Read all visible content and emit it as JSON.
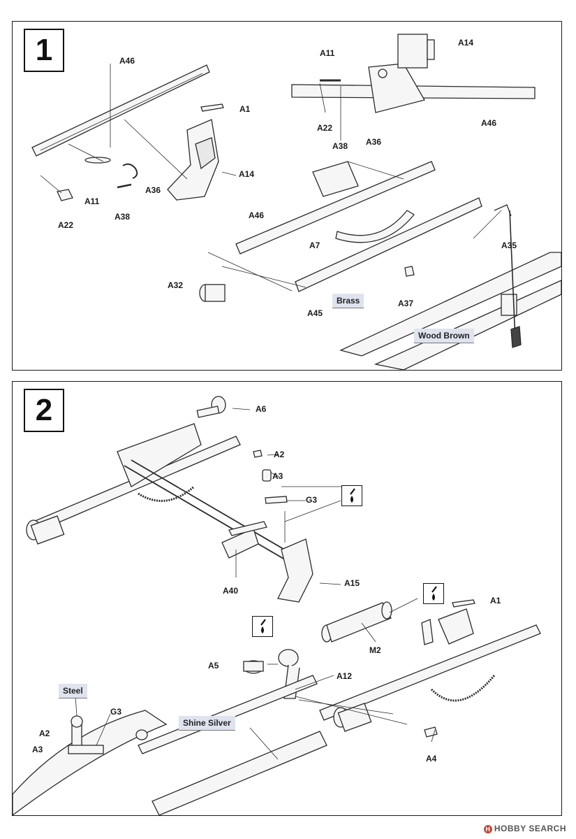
{
  "step1": {
    "number": "1",
    "labels": {
      "a46_left": "A46",
      "a1": "A1",
      "a14_left": "A14",
      "a36_left": "A36",
      "a11_left": "A11",
      "a38_left": "A38",
      "a22_left": "A22",
      "a11_right": "A11",
      "a14_right": "A14",
      "a22_right": "A22",
      "a38_right": "A38",
      "a36_right": "A36",
      "a46_right": "A46",
      "a46_mid": "A46",
      "a7": "A7",
      "a35": "A35",
      "a32": "A32",
      "a45": "A45",
      "a37": "A37"
    },
    "paint": {
      "brass": "Brass",
      "wood_brown": "Wood Brown"
    }
  },
  "step2": {
    "number": "2",
    "labels": {
      "a6": "A6",
      "a2_top": "A2",
      "a3_top": "A3",
      "g3_top": "G3",
      "a40": "A40",
      "a15": "A15",
      "a1": "A1",
      "m2": "M2",
      "a5": "A5",
      "a12": "A12",
      "a2_bottom": "A2",
      "a3_bottom": "A3",
      "g3_bottom": "G3",
      "a4": "A4"
    },
    "paint": {
      "steel": "Steel",
      "shine_silver": "Shine Silver"
    },
    "glue_marks": [
      "cement-icon",
      "cement-icon",
      "cement-icon"
    ]
  },
  "watermark": "HOBBY SEARCH",
  "colors": {
    "line": "#2a2a2a",
    "paint_tag_bg": "#dfe3ee",
    "watermark_logo": "#c4453a"
  }
}
